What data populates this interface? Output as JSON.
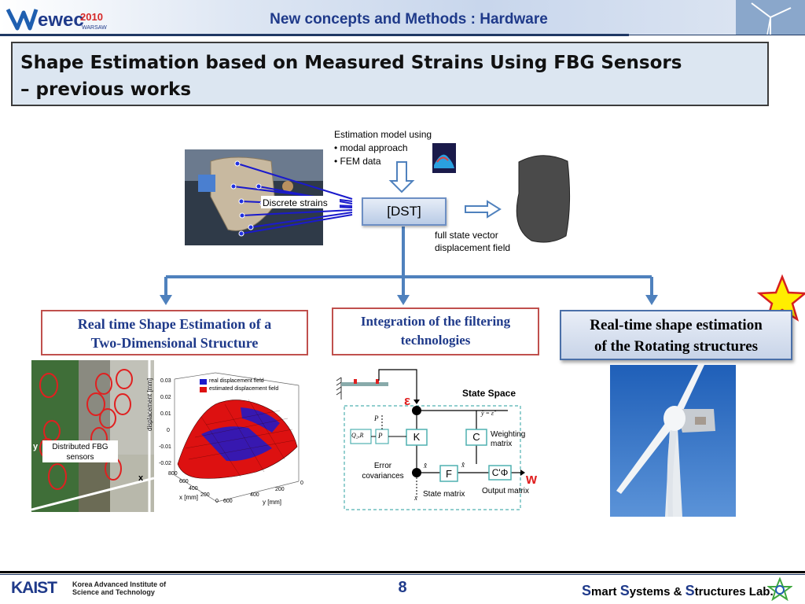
{
  "header": {
    "logo_text": "ewec",
    "logo_year": "2010",
    "logo_city": "WARSAW",
    "title": "New concepts and Methods : Hardware"
  },
  "title_box": {
    "line1": "Shape Estimation based on Measured Strains Using FBG Sensors",
    "line2": "– previous works"
  },
  "diagram": {
    "estimation_model": {
      "heading": "Estimation model using",
      "items": [
        "• modal approach",
        "• FEM data"
      ]
    },
    "discrete_strains": "Discrete strains",
    "dst": "[DST]",
    "full_state_line1": "full state vector",
    "full_state_line2": "displacement field"
  },
  "boxes": {
    "left_line1": "Real time Shape Estimation of a",
    "left_line2": "Two-Dimensional Structure",
    "mid_line1": "Integration of the filtering",
    "mid_line2": "technologies",
    "right_line1": "Real-time shape estimation",
    "right_line2": "of the Rotating structures"
  },
  "fbg_photo": {
    "label_line1": "Distributed FBG",
    "label_line2": "sensors",
    "axis_y": "y",
    "axis_x": "x"
  },
  "plot": {
    "legend": [
      "real displacement field",
      "estimated displacement field"
    ],
    "z_ticks": [
      "0.03",
      "0.02",
      "0.01",
      "0",
      "-0.01",
      "-0.02"
    ],
    "z_label": "displacement [mm]",
    "x_ticks": [
      "800",
      "600",
      "400",
      "200",
      "0"
    ],
    "x_label": "x [mm]",
    "y_ticks": [
      "600",
      "400",
      "200",
      "0"
    ],
    "y_label": "y [mm]",
    "colors": {
      "real": "#1a1acc",
      "estimated": "#dd1111"
    }
  },
  "state_space": {
    "title": "State Space",
    "epsilon": "ε",
    "w": "w",
    "K": "K",
    "C": "C",
    "F": "F",
    "CPhi": "C'Φ",
    "weighting_line1": "Weighting",
    "weighting_line2": "matrix",
    "error_line1": "Error",
    "error_line2": "covariances",
    "state_matrix": "State matrix",
    "output_matrix": "Output matrix",
    "p0": "P",
    "qr": "Q₂,R",
    "pk": "P",
    "yk": "ŷ = ε̂",
    "xk": "x̂",
    "xk1": "x̂",
    "x0": "x"
  },
  "footer": {
    "kaist": "KAIST",
    "kaist_line1": "Korea Advanced Institute of",
    "kaist_line2": "Science and Technology",
    "page": "8",
    "lab_s1": "S",
    "lab_w1": "mart ",
    "lab_s2": "S",
    "lab_w2": "ystems & ",
    "lab_s3": "S",
    "lab_w3": "tructures Lab."
  },
  "accent_colors": {
    "title_blue": "#1f3a8a",
    "box_red": "#c0504d",
    "arrow_blue": "#4f81bd",
    "star": "#ffee00"
  }
}
